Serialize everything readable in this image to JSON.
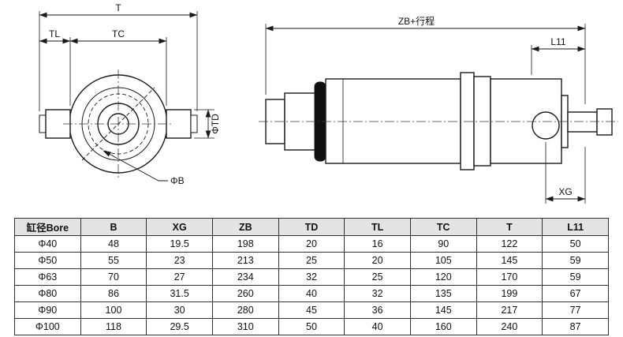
{
  "diagram": {
    "labels": {
      "t": "T",
      "tl": "TL",
      "tc": "TC",
      "td": "ΦTD",
      "b": "ΦB",
      "zb": "ZB+行程",
      "l11": "L11",
      "xg": "XG"
    }
  },
  "table": {
    "columns": [
      "缸径Bore",
      "B",
      "XG",
      "ZB",
      "TD",
      "TL",
      "TC",
      "T",
      "L11"
    ],
    "rows": [
      [
        "Φ40",
        "48",
        "19.5",
        "198",
        "20",
        "16",
        "90",
        "122",
        "50"
      ],
      [
        "Φ50",
        "55",
        "23",
        "213",
        "25",
        "20",
        "105",
        "145",
        "59"
      ],
      [
        "Φ63",
        "70",
        "27",
        "234",
        "32",
        "25",
        "120",
        "170",
        "59"
      ],
      [
        "Φ80",
        "86",
        "31.5",
        "260",
        "40",
        "32",
        "135",
        "199",
        "67"
      ],
      [
        "Φ90",
        "100",
        "30",
        "280",
        "45",
        "36",
        "145",
        "217",
        "77"
      ],
      [
        "Φ100",
        "118",
        "29.5",
        "310",
        "50",
        "40",
        "160",
        "240",
        "87"
      ]
    ]
  }
}
